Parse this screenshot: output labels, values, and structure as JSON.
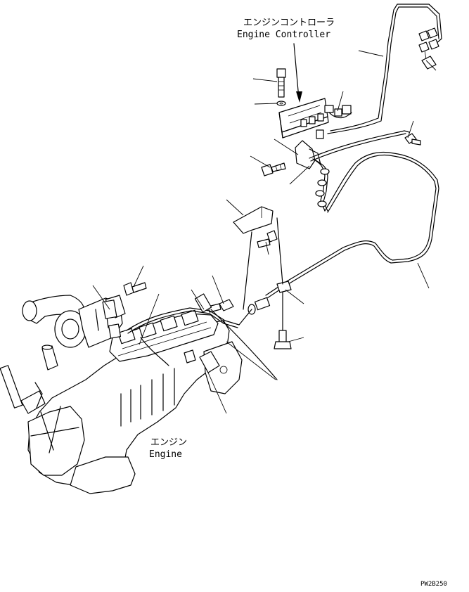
{
  "labels": {
    "controller_jp": "エンジンコントローラ",
    "controller_en": "Engine Controller",
    "engine_jp": "エンジン",
    "engine_en": "Engine",
    "drawing_code": "PW2B250"
  },
  "colors": {
    "line": "#000000",
    "background": "#ffffff"
  }
}
